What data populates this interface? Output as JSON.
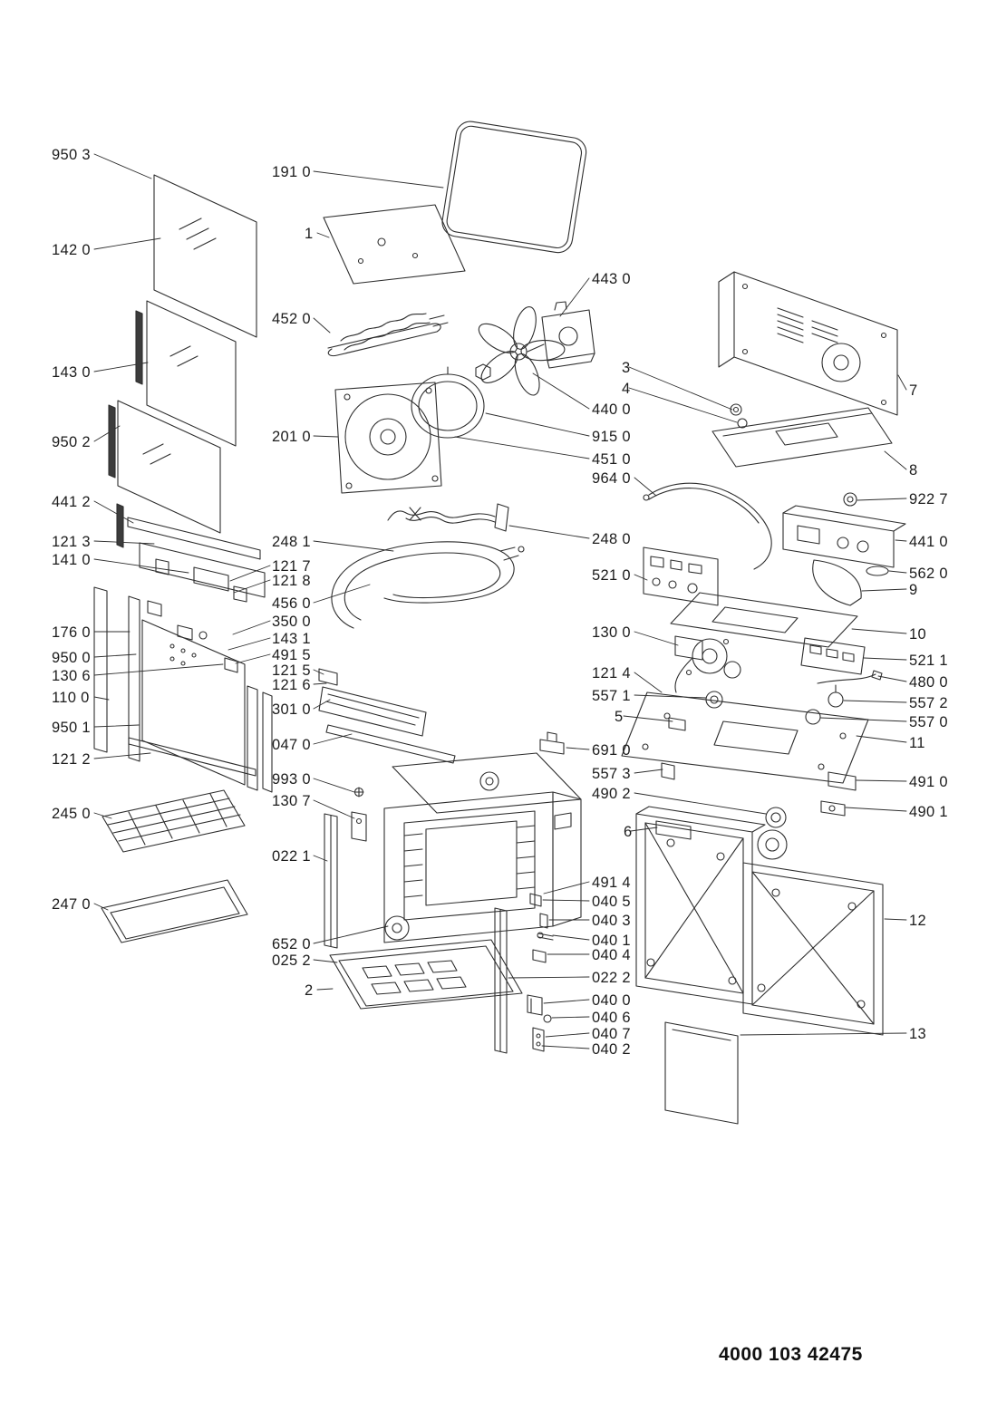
{
  "document": {
    "doc_number": "4000 103 42475"
  },
  "labels": {
    "p950_3": "950 3",
    "p142_0": "142 0",
    "p143_0": "143 0",
    "p950_2": "950 2",
    "p441_2": "441 2",
    "p121_3": "121 3",
    "p141_0": "141 0",
    "p176_0": "176 0",
    "p950_0": "950 0",
    "p130_6": "130 6",
    "p110_0": "110 0",
    "p950_1": "950 1",
    "p121_2": "121 2",
    "p245_0": "245 0",
    "p247_0": "247 0",
    "p191_0": "191 0",
    "n1": "1",
    "p452_0": "452 0",
    "p201_0": "201 0",
    "p248_1": "248 1",
    "p121_7": "121 7",
    "p121_8": "121 8",
    "p456_0": "456 0",
    "p350_0": "350 0",
    "p143_1": "143 1",
    "p491_5": "491 5",
    "p121_5": "121 5",
    "p121_6": "121 6",
    "p301_0": "301 0",
    "p047_0": "047 0",
    "p993_0": "993 0",
    "p130_7": "130 7",
    "p022_1": "022 1",
    "p652_0": "652 0",
    "p025_2": "025 2",
    "n2": "2",
    "p443_0": "443 0",
    "n3": "3",
    "n4": "4",
    "p440_0": "440 0",
    "p915_0": "915 0",
    "p451_0": "451 0",
    "p964_0": "964 0",
    "p248_0": "248 0",
    "p521_0": "521 0",
    "p130_0": "130 0",
    "p121_4": "121 4",
    "p557_1": "557 1",
    "n5": "5",
    "p691_0": "691 0",
    "p557_3": "557 3",
    "p490_2": "490 2",
    "n6": "6",
    "p491_4": "491 4",
    "p040_5": "040 5",
    "p040_3": "040 3",
    "p040_1": "040 1",
    "p040_4": "040 4",
    "p022_2": "022 2",
    "p040_0": "040 0",
    "p040_6": "040 6",
    "p040_7": "040 7",
    "p040_2": "040 2",
    "n7": "7",
    "n8": "8",
    "p922_7": "922 7",
    "p441_0": "441 0",
    "p562_0": "562 0",
    "n9": "9",
    "n10": "10",
    "p521_1": "521 1",
    "p480_0": "480 0",
    "p557_2": "557 2",
    "p557_0": "557 0",
    "n11": "11",
    "p491_0": "491 0",
    "p490_1": "490 1",
    "n12": "12",
    "n13": "13"
  }
}
